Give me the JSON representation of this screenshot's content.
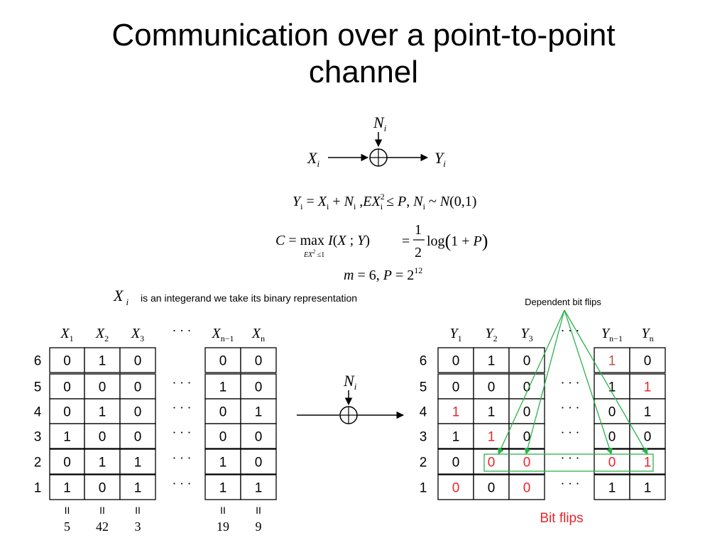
{
  "title": {
    "line1": "Communication over a point-to-point",
    "line2": "channel"
  },
  "channel": {
    "input": "X",
    "output": "Y",
    "noise": "N",
    "sub": "i"
  },
  "equations": {
    "eq1": "Y_i = X_i + N_i , EX_i^2 ≤ P, N_i ~ N(0,1)",
    "eq2": "C = max_{EX^2≤1} I(X;Y) = (1/2) log(1+P)",
    "eq3": "m = 6, P = 2^12"
  },
  "binary_note": {
    "symbol": "X",
    "sub": "i",
    "text": "is an integerand we take its binary representation"
  },
  "dependent_label": "Dependent bit flips",
  "bit_flips_label": "Bit flips",
  "colors": {
    "flip": "#e8262c",
    "annotation": "#2bb24c",
    "dark_flip": "#c0504d"
  },
  "row_labels": [
    "6",
    "5",
    "4",
    "3",
    "2",
    "1"
  ],
  "ellipsis": "· · ·",
  "equals_sign": "II",
  "left_table": {
    "columns": [
      {
        "sym": "X",
        "sub": "1"
      },
      {
        "sym": "X",
        "sub": "2"
      },
      {
        "sym": "X",
        "sub": "3"
      },
      {
        "sym": "X",
        "sub": "n−1"
      },
      {
        "sym": "X",
        "sub": "n"
      }
    ],
    "cells": [
      [
        "0",
        "1",
        "0",
        "0",
        "0"
      ],
      [
        "0",
        "0",
        "0",
        "1",
        "0"
      ],
      [
        "0",
        "1",
        "0",
        "0",
        "1"
      ],
      [
        "1",
        "0",
        "0",
        "0",
        "0"
      ],
      [
        "0",
        "1",
        "1",
        "1",
        "0"
      ],
      [
        "1",
        "0",
        "1",
        "1",
        "1"
      ]
    ],
    "decimals": [
      "5",
      "42",
      "3",
      "19",
      "9"
    ]
  },
  "right_table": {
    "columns": [
      {
        "sym": "Y",
        "sub": "1"
      },
      {
        "sym": "Y",
        "sub": "2"
      },
      {
        "sym": "Y",
        "sub": "3"
      },
      {
        "sym": "Y",
        "sub": "n−1"
      },
      {
        "sym": "Y",
        "sub": "n"
      }
    ],
    "cells": [
      [
        "0",
        "1",
        "0",
        "1",
        "0"
      ],
      [
        "0",
        "0",
        "0",
        "1",
        "1"
      ],
      [
        "1",
        "1",
        "0",
        "0",
        "1"
      ],
      [
        "1",
        "1",
        "0",
        "0",
        "0"
      ],
      [
        "0",
        "0",
        "0",
        "0",
        "1"
      ],
      [
        "0",
        "0",
        "0",
        "1",
        "1"
      ]
    ],
    "flipped": [
      [
        false,
        false,
        false,
        true,
        false
      ],
      [
        false,
        false,
        false,
        false,
        true
      ],
      [
        true,
        false,
        false,
        false,
        false
      ],
      [
        false,
        true,
        false,
        false,
        false
      ],
      [
        false,
        true,
        true,
        true,
        true
      ],
      [
        true,
        false,
        true,
        false,
        false
      ]
    ]
  },
  "middle_noise": {
    "sym": "N",
    "sub": "i"
  }
}
